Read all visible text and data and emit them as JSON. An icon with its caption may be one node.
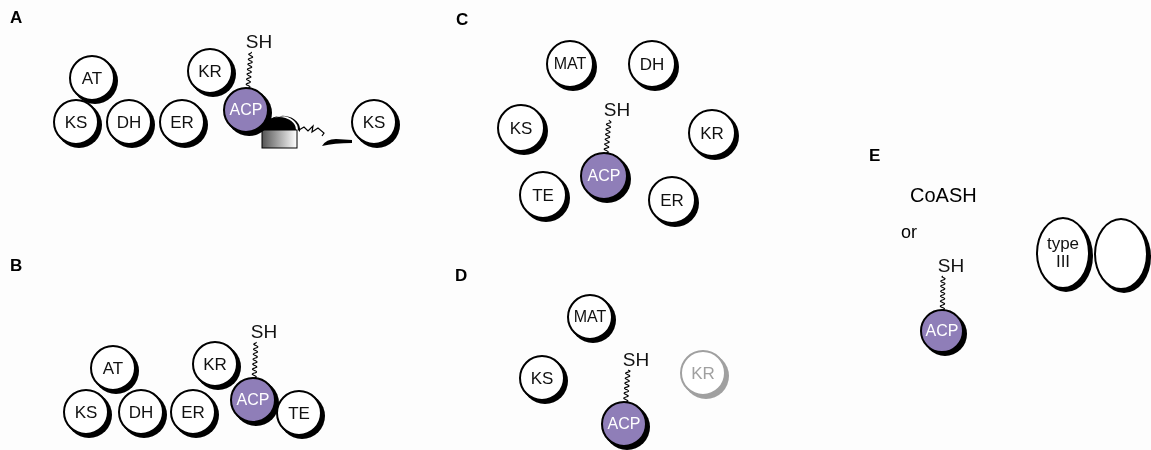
{
  "diagram": {
    "nodes": [
      {
        "text": [
          "SH"
        ]
      },
      {
        "text": [
          "AT"
        ]
      },
      {
        "text": [
          "KR"
        ]
      },
      {
        "text": [
          "KS"
        ]
      },
      {
        "text": [
          "DH"
        ]
      },
      {
        "text": [
          "ER"
        ]
      },
      {
        "text": [
          "ACP"
        ]
      },
      {
        "text": [
          "KS"
        ]
      },
      {
        "text": [
          "SH"
        ]
      },
      {
        "text": [
          "AT"
        ]
      },
      {
        "text": [
          "KR"
        ]
      },
      {
        "text": [
          "KS"
        ]
      },
      {
        "text": [
          "DH"
        ]
      },
      {
        "text": [
          "ER"
        ]
      },
      {
        "text": [
          "ACP"
        ]
      },
      {
        "text": [
          "TE"
        ]
      },
      {
        "text": [
          "MAT"
        ]
      },
      {
        "text": [
          "DH"
        ]
      },
      {
        "text": [
          "SH"
        ]
      },
      {
        "text": [
          "KS"
        ]
      },
      {
        "text": [
          "KR"
        ]
      },
      {
        "text": [
          "ACP"
        ]
      },
      {
        "text": [
          "TE"
        ]
      },
      {
        "text": [
          "ER"
        ]
      },
      {
        "text": [
          "MAT"
        ]
      },
      {
        "text": [
          "SH"
        ]
      },
      {
        "text": [
          "KS"
        ]
      },
      {
        "text": [
          "KR"
        ]
      },
      {
        "text": [
          "ACP"
        ]
      },
      {
        "text": [
          "SH"
        ]
      },
      {
        "text": [
          "ACP"
        ]
      },
      {
        "text": [
          "type III"
        ]
      },
      {
        "text": [],
        "shape": "circle"
      }
    ],
    "edges": [
      {
        "from": 6,
        "to": 0,
        "arrow": "none"
      },
      {
        "from": 14,
        "to": 8,
        "arrow": "none"
      },
      {
        "from": 21,
        "to": 18,
        "arrow": "none"
      },
      {
        "from": 28,
        "to": 25,
        "arrow": "none"
      },
      {
        "from": 30,
        "to": 29,
        "arrow": "none"
      }
    ],
    "labels": [
      "A",
      "B",
      "C",
      "D",
      "E",
      "CoASH",
      "or"
    ]
  }
}
